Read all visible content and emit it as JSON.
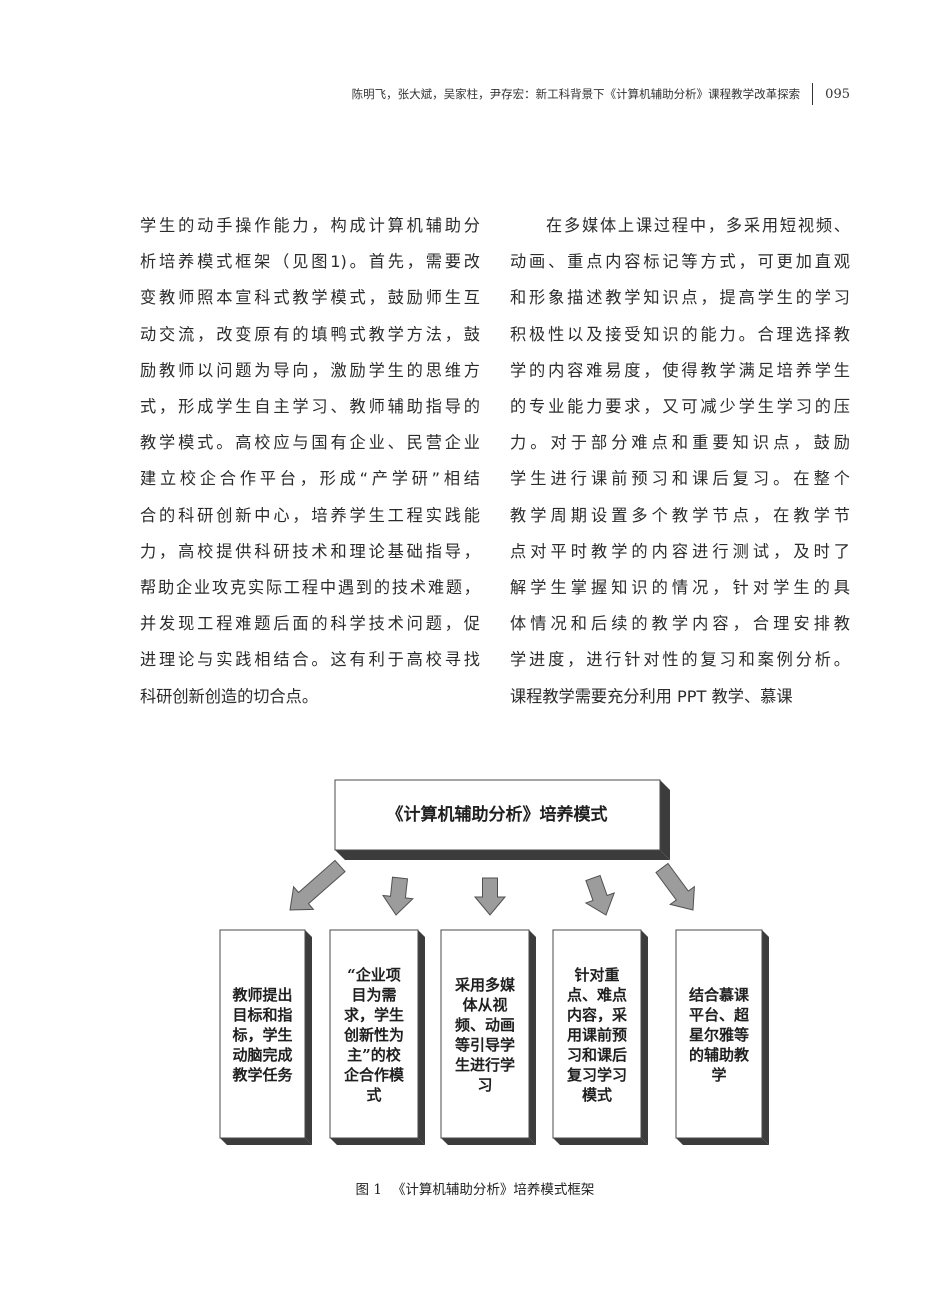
{
  "header": {
    "running_title": "陈明飞，张大斌，吴家柱，尹存宏：新工科背景下《计算机辅助分析》课程教学改革探索",
    "page_number": "095"
  },
  "body": {
    "left_column": [
      "学生的动手操作能力，构成计算机辅助分",
      "析培养模式框架（见图1)。首先，需要改",
      "变教师照本宣科式教学模式，鼓励师生互",
      "动交流，改变原有的填鸭式教学方法，鼓",
      "励教师以问题为导向，激励学生的思维方",
      "式，形成学生自主学习、教师辅助指导的",
      "教学模式。高校应与国有企业、民营企业",
      "建立校企合作平台，形成“产学研”相结",
      "合的科研创新中心，培养学生工程实践能",
      "力，高校提供科研技术和理论基础指导，",
      "帮助企业攻克实际工程中遇到的技术难题，",
      "并发现工程难题后面的科学技术问题，促",
      "进理论与实践相结合。这有利于高校寻找",
      "科研创新创造的切合点。"
    ],
    "right_column": [
      "　　在多媒体上课过程中，多采用短视频、",
      "动画、重点内容标记等方式，可更加直观",
      "和形象描述教学知识点，提高学生的学习",
      "积极性以及接受知识的能力。合理选择教",
      "学的内容难易度，使得教学满足培养学生",
      "的专业能力要求，又可减少学生学习的压",
      "力。对于部分难点和重要知识点，鼓励",
      "学生进行课前预习和课后复习。在整个",
      "教学周期设置多个教学节点，在教学节",
      "点对平时教学的内容进行测试，及时了",
      "解学生掌握知识的情况，针对学生的具",
      "体情况和后续的教学内容，合理安排教",
      "学进度，进行针对性的复习和案例分析。",
      "课程教学需要充分利用 PPT 教学、慕课"
    ]
  },
  "figure": {
    "top_box": "《计算机辅助分析》培养模式",
    "boxes": [
      [
        "教师提出",
        "目标和指",
        "标，学生",
        "动脑完成",
        "教学任务"
      ],
      [
        "“企业项",
        "目为需",
        "求，学生",
        "创新性为",
        "主”的校",
        "企合作模",
        "式"
      ],
      [
        "采用多媒",
        "体从视",
        "频、动画",
        "等引导学",
        "生进行学",
        "习"
      ],
      [
        "针对重",
        "点、难点",
        "内容，采",
        "用课前预",
        "习和课后",
        "复习学习",
        "模式"
      ],
      [
        "结合慕课",
        "平台、超",
        "星尔雅等",
        "的辅助教",
        "学"
      ]
    ],
    "caption_label": "图 1",
    "caption_text": "《计算机辅助分析》培养模式框架",
    "colors": {
      "box_face": "#ffffff",
      "box_shadow": "#3c3c3c",
      "box_border": "#4a4a4a",
      "arrow_fill": "#9c9c9c",
      "arrow_stroke": "#505050"
    }
  }
}
